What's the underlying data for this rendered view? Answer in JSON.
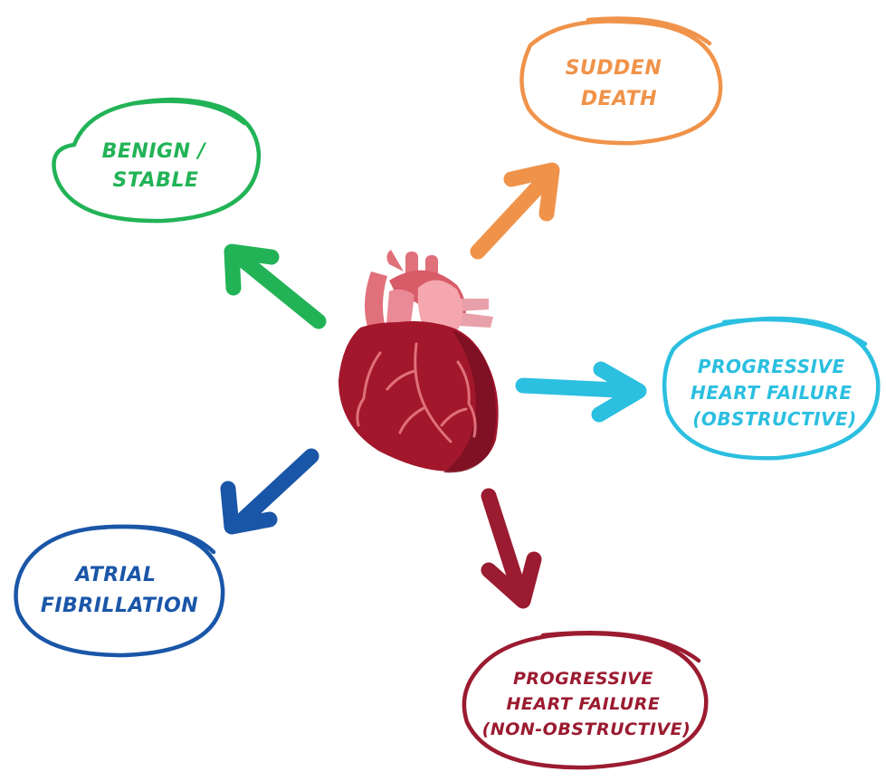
{
  "nodes": {
    "benign": {
      "lines": [
        "BENIGN /",
        "STABLE"
      ],
      "color": "#22b357"
    },
    "sudden_death": {
      "lines": [
        "SUDDEN",
        "DEATH"
      ],
      "color": "#f0934a"
    },
    "hf_obstructive": {
      "lines": [
        "PROGRESSIVE",
        "HEART FAILURE",
        "(OBSTRUCTIVE)"
      ],
      "color": "#2bbfe0"
    },
    "atrial_fibrillation": {
      "lines": [
        "ATRIAL",
        "FIBRILLATION"
      ],
      "color": "#1a56a8"
    },
    "hf_non_obstructive": {
      "lines": [
        "PROGRESSIVE",
        "HEART FAILURE",
        "(NON-OBSTRUCTIVE)"
      ],
      "color": "#9b1b30"
    }
  },
  "center": {
    "icon": "heart-icon",
    "colors": {
      "muscle": "#a3172c",
      "dark": "#7a0f22",
      "vessel": "#e0707a",
      "light": "#f4a7ae"
    }
  }
}
